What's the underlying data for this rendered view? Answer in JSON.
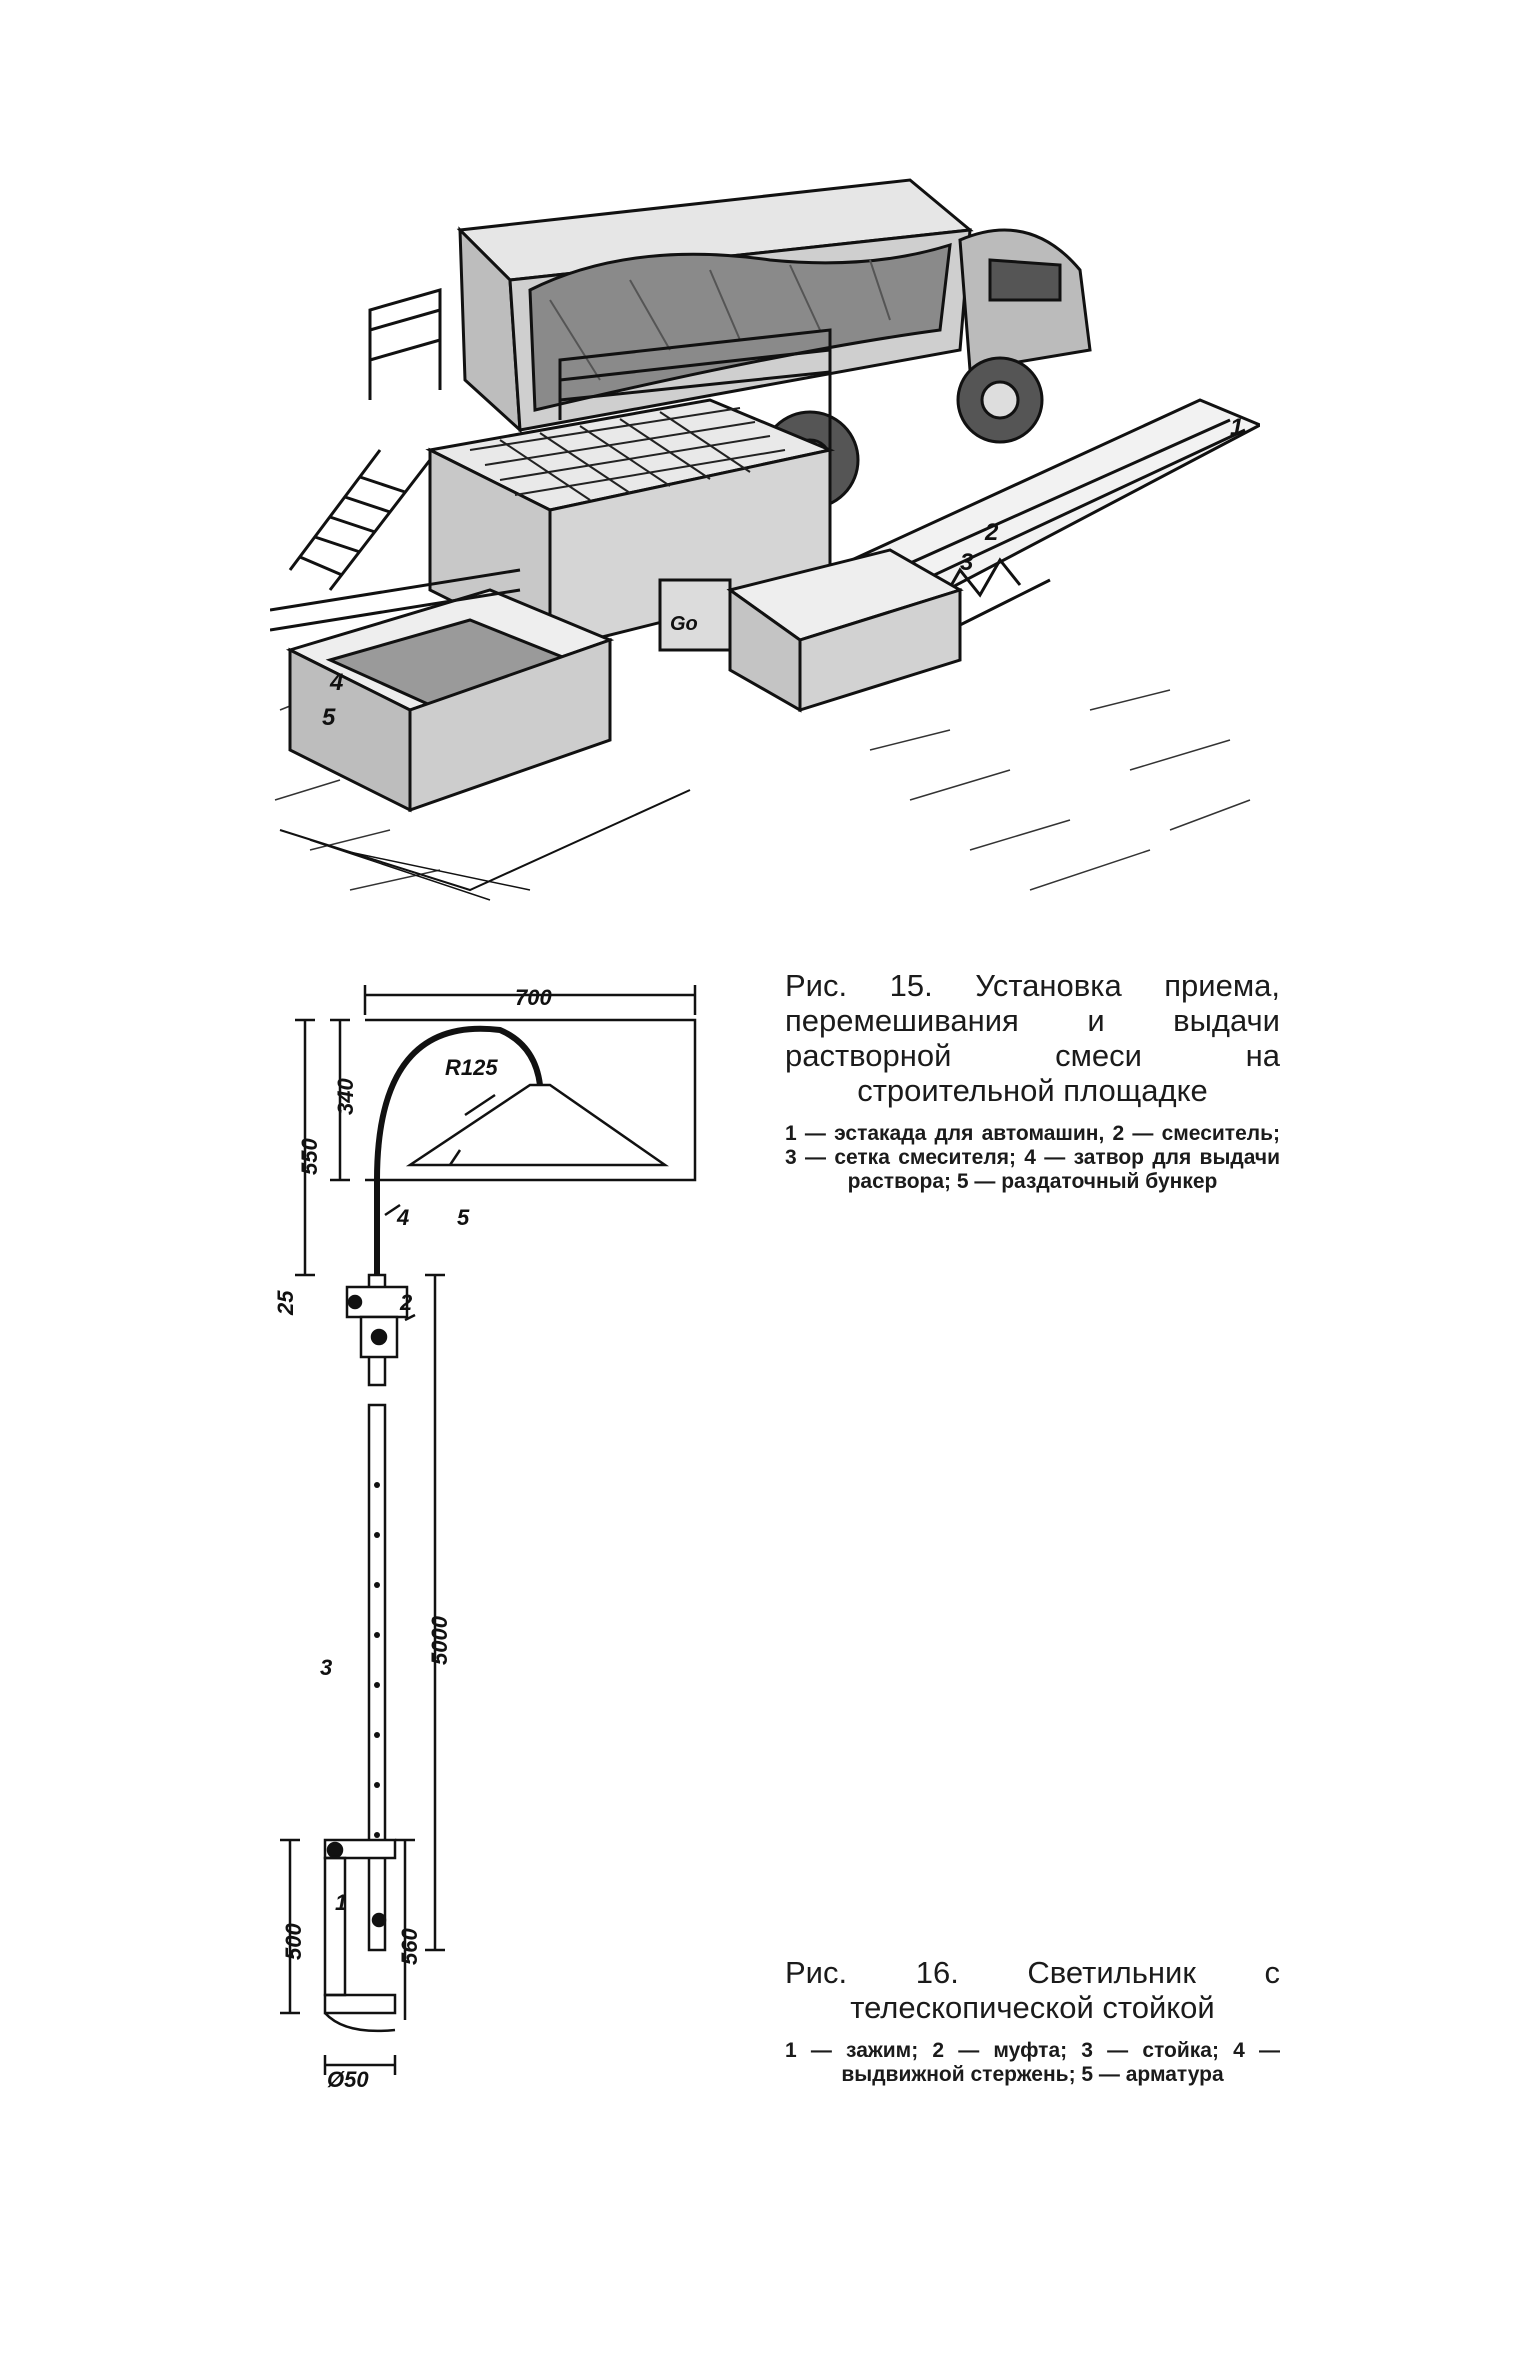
{
  "figure15": {
    "caption_title": "Рис. 15. Установка приема, перемешивания и выдачи растворной смеси на строительной площадке",
    "legend": "1 — эстакада для автомашин, 2 — смеситель; 3 — сетка смесителя; 4 — затвор для выдачи раствора; 5 — раздаточный бункер",
    "markers": [
      "1",
      "2",
      "3",
      "4",
      "5"
    ],
    "truck_badge": "Gо"
  },
  "figure16": {
    "caption_title": "Рис. 16. Светильник с телескопической стойкой",
    "legend": "1 — зажим; 2 — муфта; 3 — стойка; 4 — выдвижной стержень; 5 — арматура",
    "dimensions": {
      "top_width": "700",
      "arc_height": "340",
      "head_height": "550",
      "radius": "R125",
      "mid_gap": "25",
      "pole_length": "5000",
      "lower_length": "560",
      "clamp_height": "500",
      "pipe_diameter": "Ø50"
    },
    "markers": [
      "1",
      "2",
      "3",
      "4",
      "5"
    ]
  }
}
